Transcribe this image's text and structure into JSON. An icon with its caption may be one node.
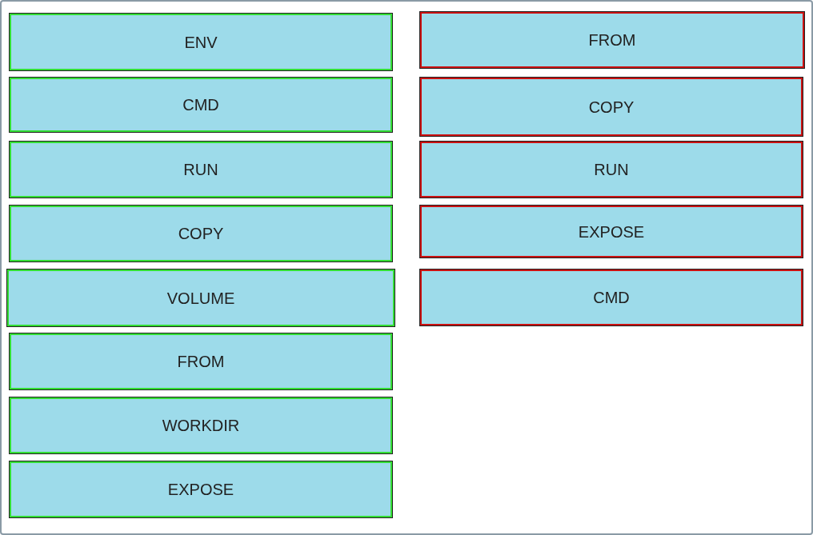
{
  "diagram": {
    "nodes": [
      {
        "text": [
          "ENV"
        ]
      },
      {
        "text": [
          "CMD"
        ]
      },
      {
        "text": [
          "RUN"
        ]
      },
      {
        "text": [
          "COPY"
        ]
      },
      {
        "text": [
          "VOLUME"
        ]
      },
      {
        "text": [
          "FROM"
        ]
      },
      {
        "text": [
          "WORKDIR"
        ]
      },
      {
        "text": [
          "EXPOSE"
        ]
      },
      {
        "text": [
          "FROM"
        ]
      },
      {
        "text": [
          "COPY"
        ]
      },
      {
        "text": [
          "RUN"
        ]
      },
      {
        "text": [
          "EXPOSE"
        ]
      },
      {
        "text": [
          "CMD"
        ]
      }
    ]
  }
}
